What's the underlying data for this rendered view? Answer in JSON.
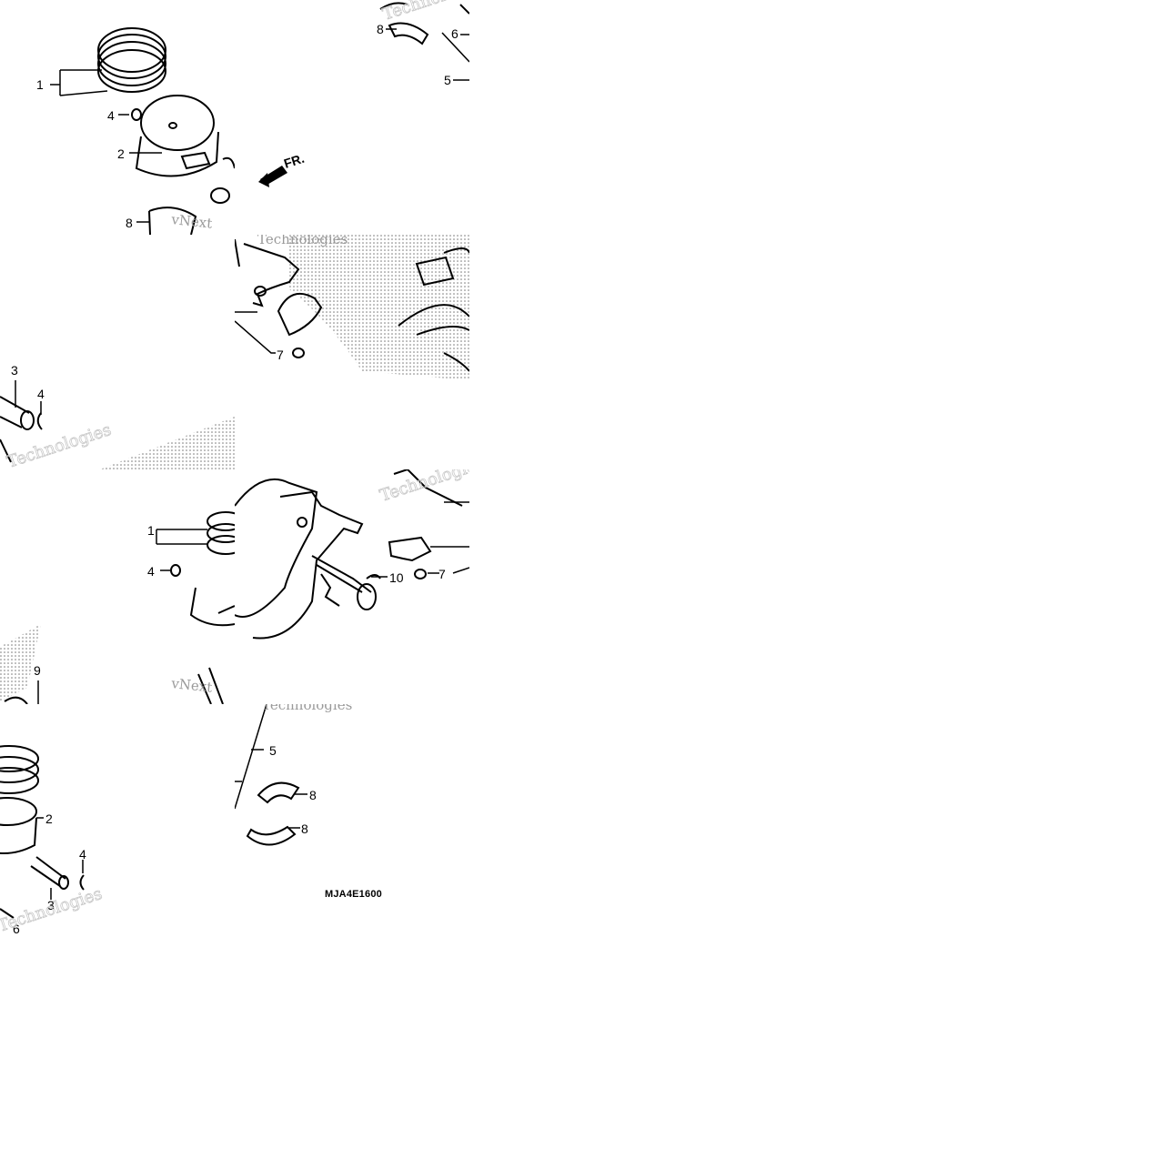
{
  "diagram": {
    "callouts": {
      "c1a": "1",
      "c1b": "1",
      "c2a": "2",
      "c2b": "2",
      "c3a": "3",
      "c3b": "3",
      "c4a": "4",
      "c4b": "4",
      "c4c": "4",
      "c4d": "4",
      "c5a": "5",
      "c5b": "5",
      "c6a": "6",
      "c6b": "6",
      "c7a": "7",
      "c7b": "7",
      "c8a": "8",
      "c8b": "8",
      "c8c": "8",
      "c8d": "8",
      "c9": "9",
      "c10": "10"
    },
    "front_arrow_label": "FR.",
    "watermark_1": "vNext",
    "watermark_2": "Technologies",
    "drawing_code": "MJA4E1600"
  }
}
